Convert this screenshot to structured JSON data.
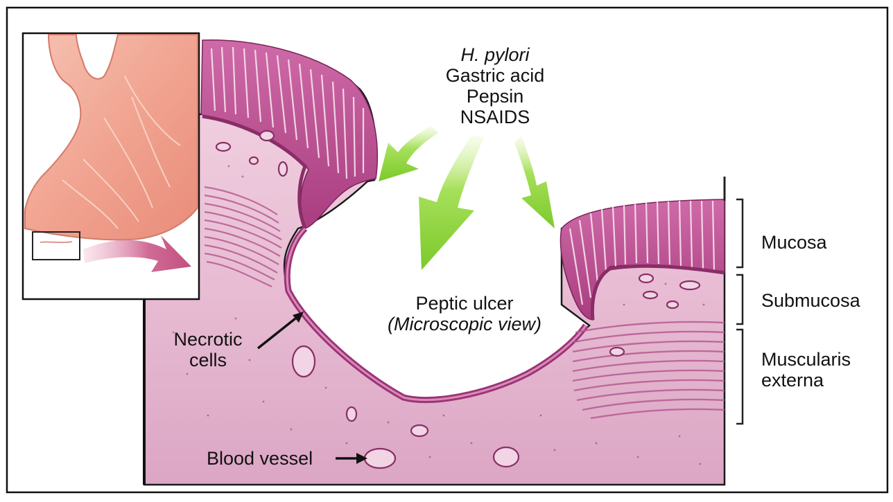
{
  "causes": [
    {
      "text": "H. pylori",
      "italic": true
    },
    {
      "text": "Gastric acid",
      "italic": false
    },
    {
      "text": "Pepsin",
      "italic": false
    },
    {
      "text": "NSAIDS",
      "italic": false
    }
  ],
  "ulcer": {
    "title": "Peptic ulcer",
    "subtitle": "(Microscopic view)"
  },
  "necrotic": {
    "line1": "Necrotic",
    "line2": "cells"
  },
  "blood_vessel": "Blood vessel",
  "layers": {
    "mucosa": "Mucosa",
    "submucosa": "Submucosa",
    "muscularis1": "Muscularis",
    "muscularis2": "externa"
  },
  "colors": {
    "tissue": "#e9bfd6",
    "tissue_dark": "#a23c7c",
    "mucosa": "#c2579a",
    "arrow_green": "#8fd43a",
    "stomach": "#f0a493",
    "pink_arrow": "#c75481"
  }
}
